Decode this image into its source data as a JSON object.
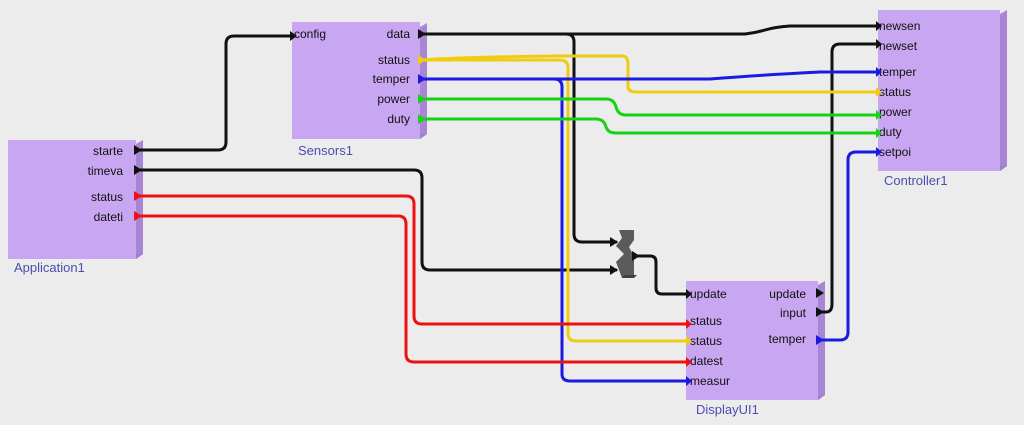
{
  "colors": {
    "event": "#111111",
    "red": "#ee1111",
    "yellow": "#f0cc10",
    "blue": "#1a1ae0",
    "green": "#17d117"
  },
  "blocks": {
    "sensors": {
      "name": "Sensors1",
      "inputs": [
        "config"
      ],
      "outputs": [
        "data",
        "status",
        "temper",
        "power",
        "duty"
      ]
    },
    "application": {
      "name": "Application1",
      "outputs": [
        "starte",
        "timeva",
        "status",
        "dateti"
      ]
    },
    "controller": {
      "name": "Controller1",
      "inputs": [
        "newsen",
        "newset",
        "temper",
        "status",
        "power",
        "duty",
        "setpoi"
      ]
    },
    "display": {
      "name": "DisplayUI1",
      "inputs": [
        "update",
        "status",
        "status",
        "datest",
        "measur"
      ],
      "outputs": [
        "update",
        "input",
        "temper"
      ]
    }
  }
}
